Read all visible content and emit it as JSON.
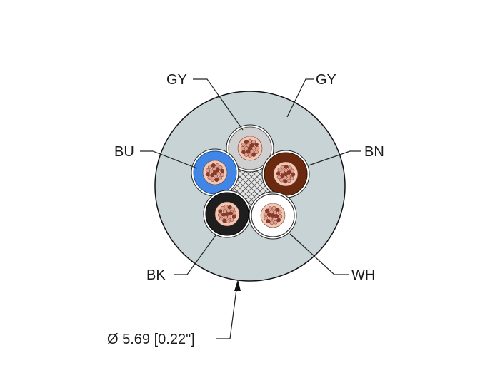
{
  "labels": {
    "jacket": "GY",
    "core_top": "GY",
    "core_left": "BU",
    "core_right": "BN",
    "core_bottom_left": "BK",
    "core_bottom_right": "WH"
  },
  "dimension": {
    "diameter": "Ø 5.69 [0.22\"]"
  },
  "colors": {
    "jacket": "#c8d3d6",
    "core_gray_insulation": "#cfcfcf",
    "core_blue_insulation": "#3f86e6",
    "core_brown_insulation": "#6b2a10",
    "core_black_insulation": "#1e1e1e",
    "core_white_insulation": "#ffffff",
    "conductor": "#e2a08c"
  }
}
